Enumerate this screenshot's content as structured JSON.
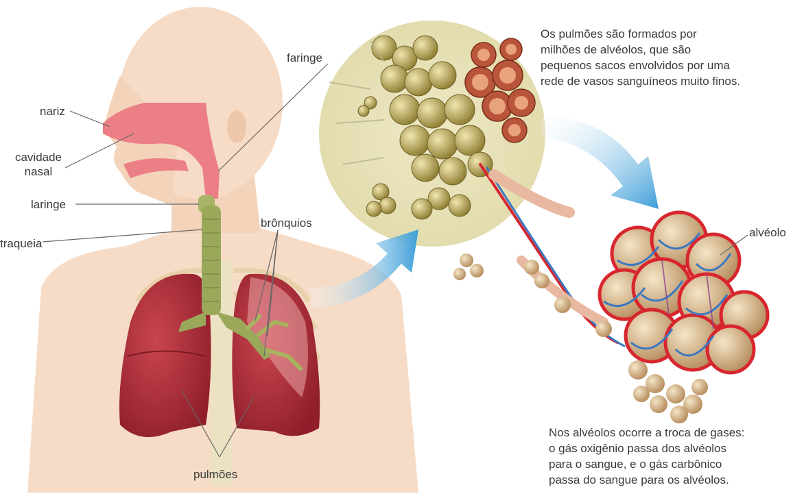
{
  "labels": {
    "nariz": "nariz",
    "cavidade_line1": "cavidade",
    "cavidade_line2": "nasal",
    "faringe": "faringe",
    "laringe": "laringe",
    "traqueia": "traqueia",
    "bronquios": "brônquios",
    "pulmoes": "pulmões",
    "alveolo": "alvéolo"
  },
  "text_top": [
    "Os pulmões são formados por",
    "milhões de alvéolos, que são",
    "pequenos sacos envolvidos por uma",
    "rede de vasos sanguíneos muito finos."
  ],
  "text_bottom": [
    "Nos alvéolos ocorre a troca de gases:",
    "o gás oxigênio passa dos alvéolos",
    "para o sangue, e o gás carbônico",
    "passa do sangue para os alvéolos."
  ],
  "colors": {
    "skin": "#f6dcc6",
    "lung": "#b8303c",
    "airway": "#9aa85a",
    "nasal": "#ec7f86",
    "arrow": "#3d9ed8",
    "alveoli_cluster": "#c8b45a",
    "vessel_red": "#d8262e",
    "vessel_blue": "#3b78c2"
  }
}
